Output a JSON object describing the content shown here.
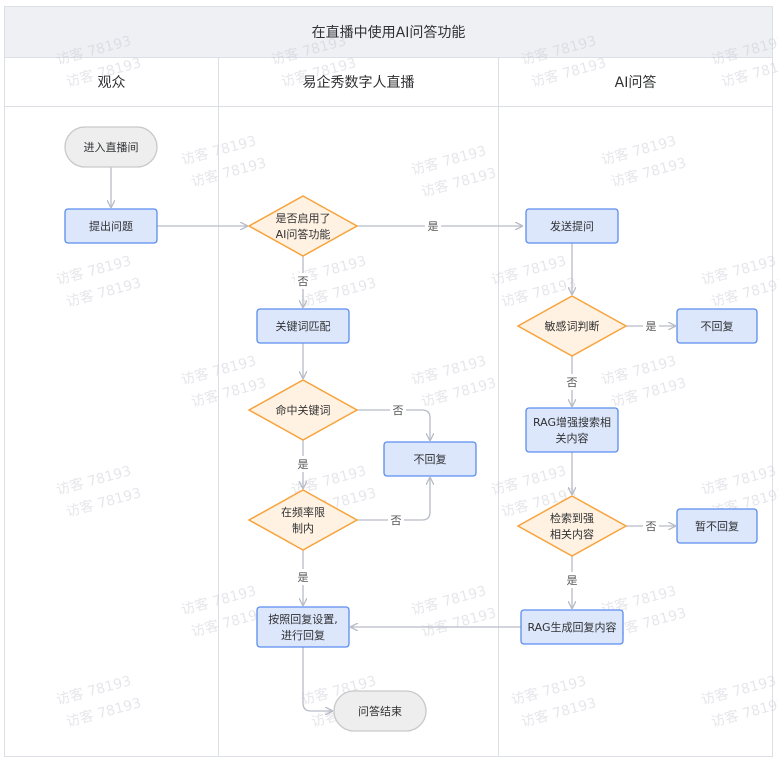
{
  "title": "在直播中使用AI问答功能",
  "lanes": [
    {
      "label": "观众"
    },
    {
      "label": "易企秀数字人直播"
    },
    {
      "label": "AI问答"
    }
  ],
  "nodes": {
    "enter": {
      "lines": [
        "进入直播间"
      ]
    },
    "ask": {
      "lines": [
        "提出问题"
      ]
    },
    "ai_enabled": {
      "lines": [
        "是否启用了",
        "AI问答功能"
      ]
    },
    "keyword_match": {
      "lines": [
        "关键词匹配"
      ]
    },
    "hit_keyword": {
      "lines": [
        "命中关键词"
      ]
    },
    "freq_limit": {
      "lines": [
        "在频率限",
        "制内"
      ]
    },
    "no_reply_left": {
      "lines": [
        "不回复"
      ]
    },
    "reply_by_setting": {
      "lines": [
        "按照回复设置,",
        "进行回复"
      ]
    },
    "qa_end": {
      "lines": [
        "问答结束"
      ]
    },
    "send_question": {
      "lines": [
        "发送提问"
      ]
    },
    "sensitive_check": {
      "lines": [
        "敏感词判断"
      ]
    },
    "no_reply_right": {
      "lines": [
        "不回复"
      ]
    },
    "rag_search": {
      "lines": [
        "RAG增强搜索相",
        "关内容"
      ]
    },
    "strong_match": {
      "lines": [
        "检索到强",
        "相关内容"
      ]
    },
    "pause_reply": {
      "lines": [
        "暂不回复"
      ]
    },
    "rag_generate": {
      "lines": [
        "RAG生成回复内容"
      ]
    }
  },
  "edge_labels": {
    "yes": "是",
    "no": "否"
  },
  "watermark": "访客 78193",
  "colors": {
    "process_fill": "#dde7fb",
    "process_stroke": "#5b8def",
    "decision_fill": "#fff2e2",
    "decision_stroke": "#f7a33d",
    "terminal_fill": "#eeeeee",
    "terminal_stroke": "#c9c9c9",
    "edge": "#b7bcc6"
  }
}
